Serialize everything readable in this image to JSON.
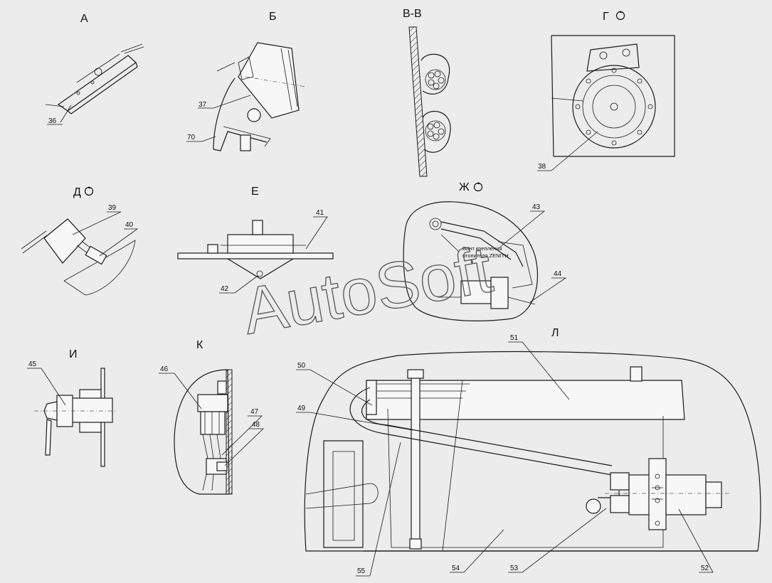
{
  "views": {
    "a": "А",
    "b": "Б",
    "vv": "В-В",
    "g": "Г",
    "d": "Д",
    "e": "Е",
    "zh": "Ж",
    "i": "И",
    "k": "К",
    "l": "Л"
  },
  "callouts": {
    "c36": "36",
    "c37": "37",
    "c70": "70",
    "c38": "38",
    "c39": "39",
    "c40": "40",
    "c41": "41",
    "c42": "42",
    "c43": "43",
    "c44": "44",
    "c45": "45",
    "c46": "46",
    "c47": "47",
    "c48": "48",
    "c49": "49",
    "c50": "50",
    "c51": "51",
    "c52": "52",
    "c53": "53",
    "c54": "54",
    "c55": "55"
  },
  "note": {
    "line1": "Винт крепления",
    "line2": "отопителя ZENITH"
  },
  "watermark": "AutoSoft"
}
